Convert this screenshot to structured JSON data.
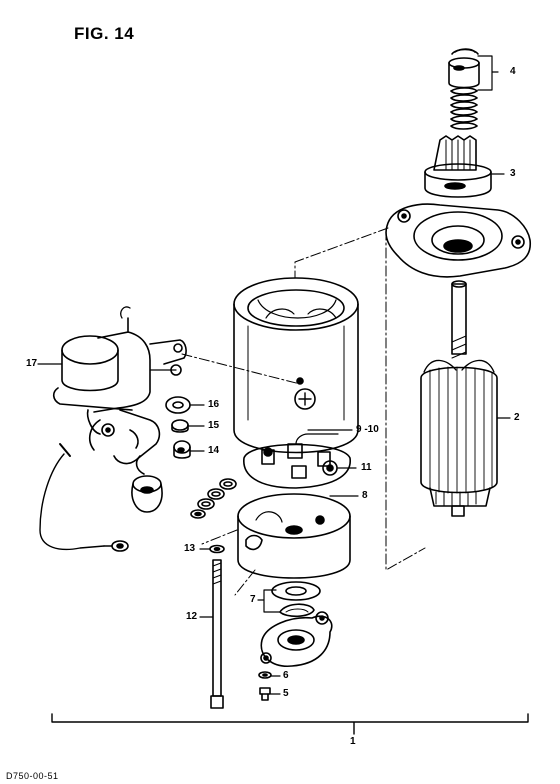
{
  "figure": {
    "title": "FIG. 14",
    "footer_code": "D750-00-51"
  },
  "callouts": {
    "c1": "1",
    "c2": "2",
    "c3": "3",
    "c4": "4",
    "c5": "5",
    "c6": "6",
    "c7": "7",
    "c8": "8",
    "c9_10": "9 -10",
    "c11": "11",
    "c12": "12",
    "c13": "13",
    "c14": "14",
    "c15": "15",
    "c16": "16",
    "c17": "17"
  }
}
